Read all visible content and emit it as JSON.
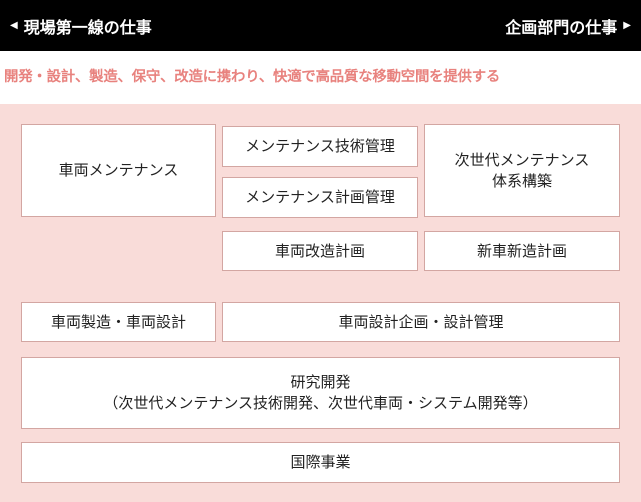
{
  "header": {
    "left_arrow_icon": "triangle-left-icon",
    "left_label": "現場第一線の仕事",
    "right_label": "企画部門の仕事",
    "right_arrow_icon": "triangle-right-icon",
    "background": "#000000"
  },
  "subtitle": "開発・設計、製造、保守、改造に携わり、快適で高品質な移動空間を提供する",
  "accent_color": "#e8827e",
  "panel_color": "#f9dcd9",
  "boxes": {
    "vehicle_maintenance": "車両メンテナンス",
    "maint_tech_mgmt": "メンテナンス技術管理",
    "maint_plan_mgmt": "メンテナンス計画管理",
    "next_gen_maint_line1": "次世代メンテナンス",
    "next_gen_maint_line2": "体系構築",
    "vehicle_modification_plan": "車両改造計画",
    "new_vehicle_plan": "新車新造計画",
    "vehicle_manufacture_design": "車両製造・車両設計",
    "vehicle_design_planning": "車両設計企画・設計管理",
    "rnd_line1": "研究開発",
    "rnd_line2": "（次世代メンテナンス技術開発、次世代車両・システム開発等）",
    "international": "国際事業"
  }
}
